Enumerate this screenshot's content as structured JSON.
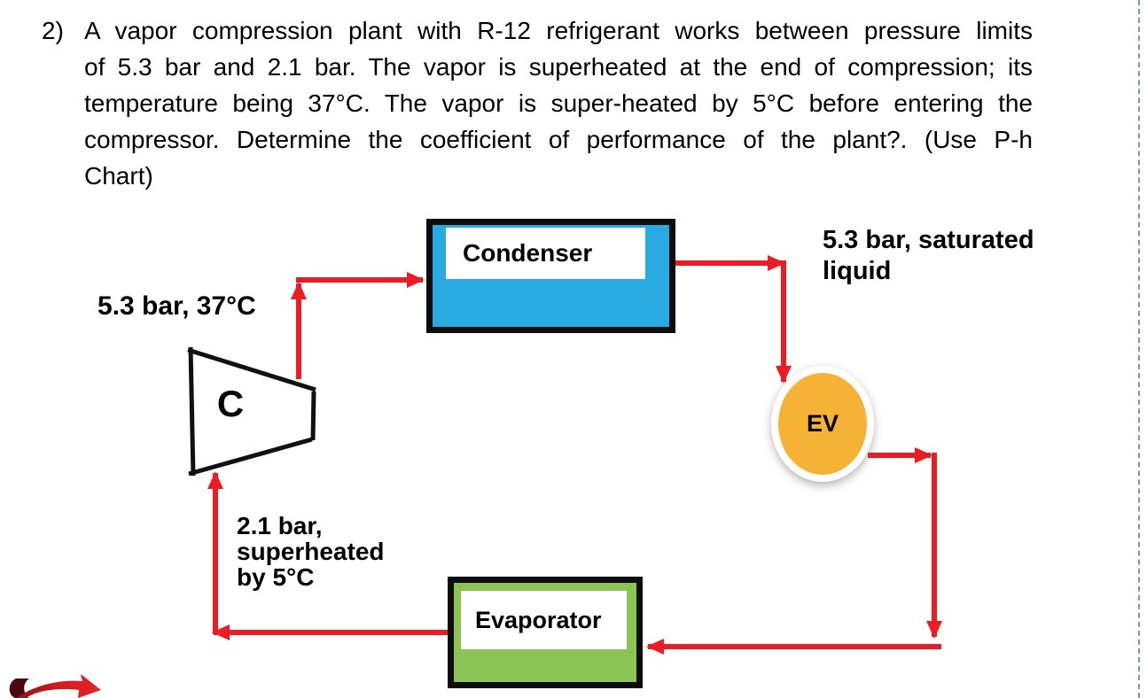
{
  "problem": {
    "number": "2)",
    "lines": [
      "A vapor compression plant with R-12 refrigerant works between pressure limits",
      "of 5.3 bar and 2.1 bar. The vapor is superheated at the end of compression; its",
      "temperature being 37°C. The vapor is super-heated by 5°C before entering the",
      "compressor. Determine the coefficient of performance of the plant?. (Use P-h",
      "Chart)"
    ]
  },
  "diagram": {
    "condenser_label": "Condenser",
    "evaporator_label": "Evaporator",
    "compressor_label": "C",
    "expansion_valve_label": "EV",
    "labels": {
      "compressor_discharge": "5.3 bar, 37°C",
      "condenser_outlet_line1": "5.3 bar, saturated",
      "condenser_outlet_line2": "liquid",
      "evaporator_outlet_line1": "2.1 bar,",
      "evaporator_outlet_line2": "superheated",
      "evaporator_outlet_line3": "by 5°C"
    }
  },
  "colors": {
    "condenser-blue": "#29ABE2",
    "evaporator-green": "#8CC355",
    "valve-orange": "#F6B234",
    "arrow-red": "#EC1C24",
    "outline-black": "#0d0d0d",
    "dashed-gray": "#7D9999",
    "ribbon-red": "#D91B21",
    "ribbon-dark": "#4A070D"
  }
}
